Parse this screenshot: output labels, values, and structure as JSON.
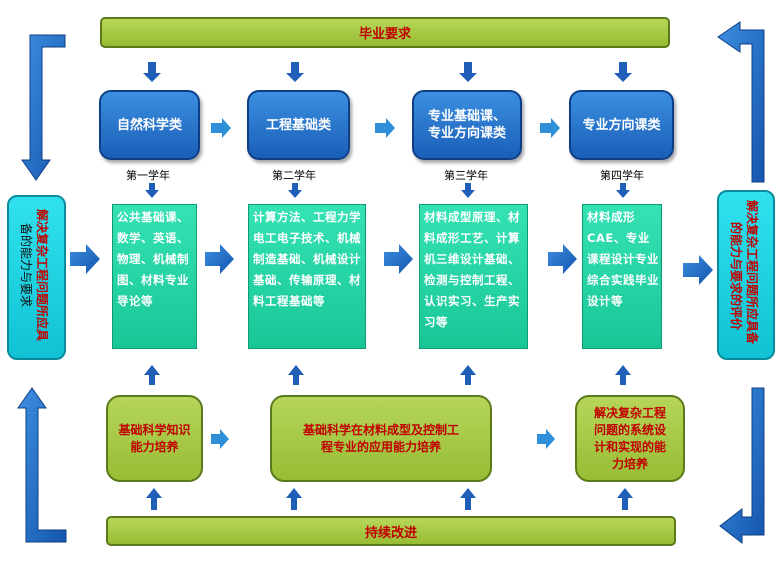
{
  "top_bar": "毕业要求",
  "bottom_bar": "持续改进",
  "categories": [
    "自然科学类",
    "工程基础类",
    "专业基础课、专业方向课类",
    "专业方向课类"
  ],
  "category3_lines": [
    "专业基础课、",
    "专业方向课类"
  ],
  "years": [
    "第一学年",
    "第二学年",
    "第三学年",
    "第四学年"
  ],
  "courses": [
    "公共基础课、数学、英语、物理、机械制图、材料专业导论等",
    "计算方法、工程力学电工电子技术、机械制造基础、机械设计基础、传输原理、材料工程基础等",
    "材料成型原理、材料成形工艺、计算机三维设计基础、检测与控制工程、认识实习、生产实习等",
    "材料成形CAE、专业课程设计专业综合实践毕业设计等"
  ],
  "abilities": [
    "基础科学知识能力培养",
    "基础科学在材料成型及控制工程专业的应用能力培养",
    "解决复杂工程问题的系统设计和实现的能力培养"
  ],
  "left_side": {
    "red": "解决复杂工程问题所应具",
    "black": "备的能力与要求"
  },
  "right_side": {
    "red": "解决复杂工程问题所应具备",
    "black": "的能力与要求的评价"
  },
  "colors": {
    "blue": "#1f64bf",
    "green_bar": "#a5c83f",
    "teal": "#1fd4a5",
    "cyan": "#19d0df",
    "red_text": "#c00000"
  }
}
